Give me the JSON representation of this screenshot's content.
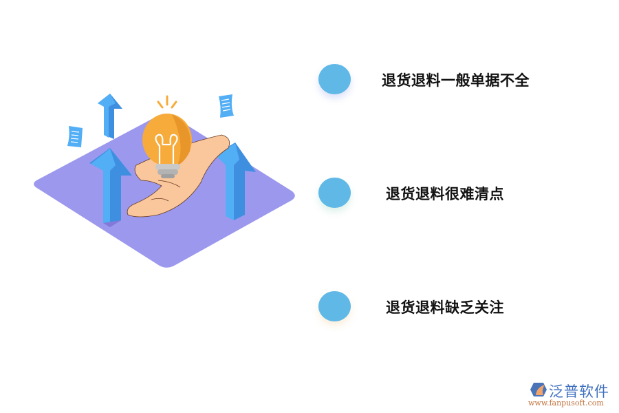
{
  "items": [
    {
      "label": "退货退料一般单据不全"
    },
    {
      "label": "退货退料很难清点"
    },
    {
      "label": "退货退料缺乏关注"
    }
  ],
  "logo": {
    "name": "泛普软件",
    "url": "www.fanpusoft.com",
    "icon": "fanpu-logo-icon"
  },
  "illustration": {
    "icon": "hand-holding-lightbulb-illustration"
  },
  "colors": {
    "dot": "#5fb8e6",
    "platform": "#9b98ee",
    "arrow": "#4aa6f5",
    "bulb": "#f7ab3a",
    "hand": "#f9c79b"
  }
}
